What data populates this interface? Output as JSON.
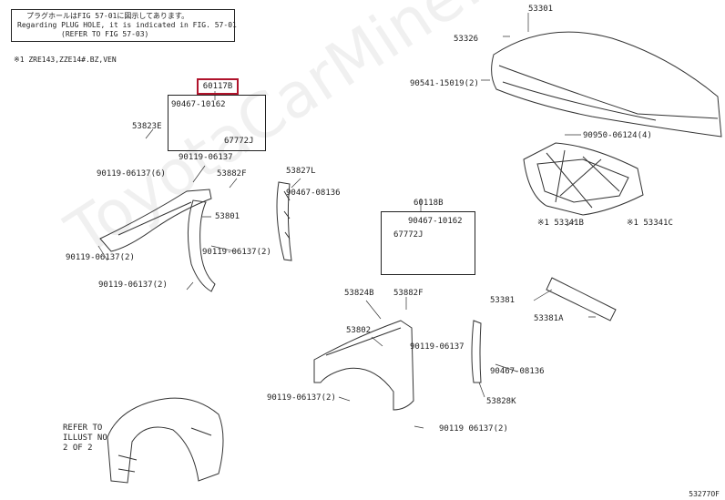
{
  "note": {
    "line1": "プラグホールはFIG 57-01に図示してあります。",
    "line2": "Regarding PLUG HOLE, it is indicated in FIG. 57-01",
    "line3": "(REFER TO FIG 57-03)"
  },
  "vin_note": "※1 ZRE143,ZZE14#.BZ,VEN",
  "watermark": "ToyotaCarMine.ru",
  "highlighted_part": "60117B",
  "refer_note": [
    "REFER TO",
    "ILLUST NO",
    "2 OF 2"
  ],
  "figure_id": "53277OF",
  "labels": {
    "p53301": "53301",
    "p53326": "53326",
    "p90541": "90541-15019(2)",
    "p90950": "90950-06124(4)",
    "p53341b": "※1 53341B",
    "p53341c": "※1 53341C",
    "p90467a": "90467-10162",
    "p67772a": "67772J",
    "p53823e": "53823E",
    "p90119a": "90119-06137",
    "p90119b": "90119-06137(6)",
    "p53882fa": "53882F",
    "p53801": "53801",
    "p90119c": "90119-06137(2)",
    "p90119d": "90119-06137(2)",
    "p90119e": "90119-06137(2)",
    "p53827l": "53827L",
    "p90467b": "90467-08136",
    "p60118b": "60118B",
    "p90467c": "90467-10162",
    "p67772b": "67772J",
    "p53824b": "53824B",
    "p53882fb": "53882F",
    "p53802": "53802",
    "p90119f": "90119-06137",
    "p90119g": "90119-06137(2)",
    "p90119h": "90119 06137(2)",
    "p53381": "53381",
    "p53381a": "53381A",
    "p90467d": "90467-08136",
    "p53828k": "53828K"
  }
}
